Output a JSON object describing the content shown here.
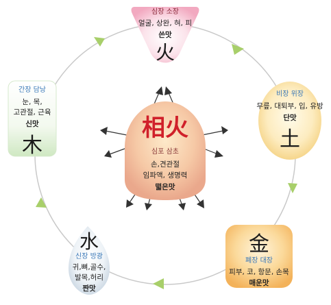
{
  "colors": {
    "cycle_line": "#c9c9c9",
    "cycle_arrow": "#a8cf6a",
    "star_arrow": "#333333",
    "center_hanja": "#d0202a",
    "fire_title": "#8a2a3a",
    "title_text": "#3a78b8",
    "center_title": "#8a3a3a"
  },
  "elements": {
    "fire": {
      "organs": "심장 소장",
      "lines": [
        "얼굴, 상완, 혀, 피"
      ],
      "taste": "쓴맛",
      "hanja": "火"
    },
    "earth": {
      "organs": "비장 위장",
      "lines": [
        "무릎, 대퇴부, 입, 유방"
      ],
      "taste": "단맛",
      "hanja": "土"
    },
    "metal": {
      "organs": "폐장 대장",
      "lines": [
        "피부, 코, 항문, 손목"
      ],
      "taste": "매운맛",
      "hanja": "金"
    },
    "water": {
      "organs": "신장 방광",
      "lines": [
        "귀,뼈,골수,",
        "발목,허리"
      ],
      "taste": "짠맛",
      "hanja": "水"
    },
    "wood": {
      "organs": "간장 담낭",
      "lines": [
        "눈, 목,",
        "고관절, 근육"
      ],
      "taste": "신맛",
      "hanja": "木"
    }
  },
  "center": {
    "hanja": "相火",
    "organs": "심포 삼초",
    "lines": [
      "손,견관절",
      "임파액, 생명력"
    ],
    "taste": "떫은맛"
  }
}
